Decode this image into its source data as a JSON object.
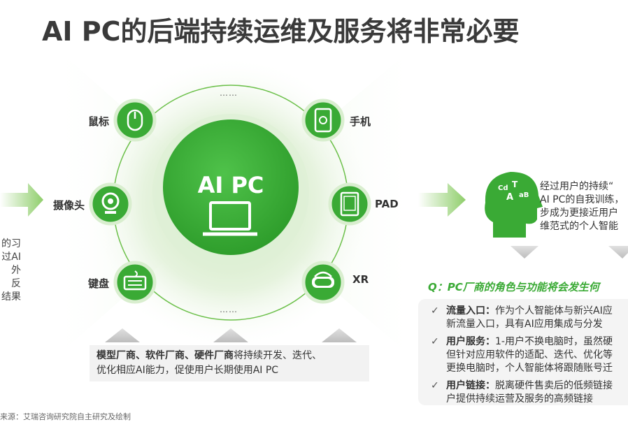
{
  "title": "AI PC的后端持续运维及服务将非常必要",
  "left_text": [
    "的习",
    "过AI",
    "外",
    "反",
    "结果"
  ],
  "center": {
    "label": "AI PC"
  },
  "devices": {
    "mouse": "鼠标",
    "camera": "摄像头",
    "keyboard": "键盘",
    "phone": "手机",
    "pad": "PAD",
    "xr": "XR"
  },
  "ellipsis_top": "……",
  "ellipsis_bottom": "……",
  "bottom_box": {
    "bold": "模型厂商、软件厂商、硬件厂商",
    "rest": "将持续开发、迭代、",
    "line2": "优化相应AI能力，促使用户长期使用AI PC"
  },
  "right_text": [
    "经过用户的持续“",
    "AI PC的自我训练，",
    "步成为更接近用户",
    "维范式的个人智能"
  ],
  "question": "Q：PC厂商的角色与功能将会发生何",
  "bullets": [
    {
      "bold": "流量入口：",
      "line1": "作为个人智能体与新兴AI应",
      "line2": "新流量入口，具有AI应用集成与分发"
    },
    {
      "bold": "用户服务：",
      "line1": "1-用户不换电脑时，虽然硬",
      "line2": "但针对应用软件的适配、迭代、优化等",
      "line3": "更换电脑时，个人智能体将跟随账号迁"
    },
    {
      "bold": "用户链接：",
      "line1": "脱离硬件售卖后的低频链接",
      "line2": "户提供持续运营及服务的高频链接"
    }
  ],
  "source": "来源：艾瑞咨询研究院自主研究及绘制",
  "colors": {
    "accent": "#3aaa35",
    "dark_green": "#2e9a2e",
    "light_green": "#e8f4e3"
  }
}
